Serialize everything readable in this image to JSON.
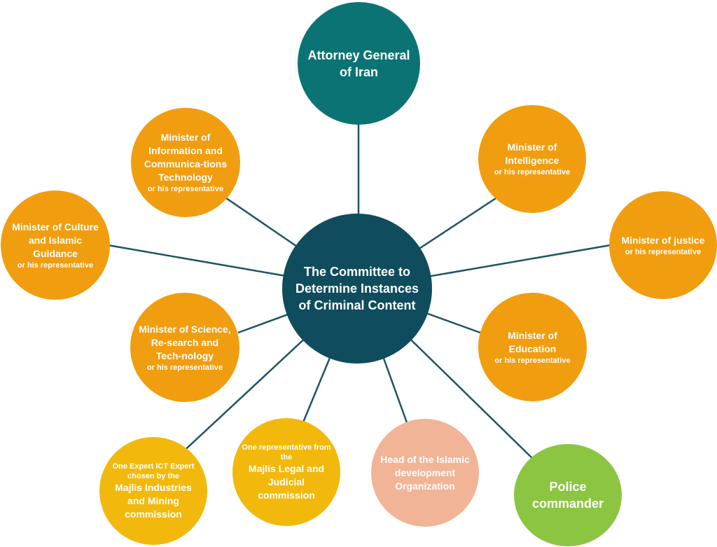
{
  "diagram": {
    "center": {
      "text": "The Committee to Determine Instances of Criminal Content",
      "color": "#0f4c5e"
    },
    "members": [
      {
        "id": "attorney",
        "main": "Attorney General of Iran",
        "note": "",
        "color": "#0b7373"
      },
      {
        "id": "ict",
        "main": "Minister of Information and Communica-tions Technology",
        "note": "or his representative",
        "color": "#f09d0f"
      },
      {
        "id": "intel",
        "main": "Minister of Intelligence",
        "note": "or his representative",
        "color": "#f09d0f"
      },
      {
        "id": "culture",
        "main": "Minister of Culture and Islamic Guidance",
        "note": "or his representative",
        "color": "#f09d0f"
      },
      {
        "id": "justice",
        "main": "Minister of justice",
        "note": "or his representative",
        "color": "#f09d0f"
      },
      {
        "id": "science",
        "main": "Minister of Science, Re-search and Tech-nology",
        "note": "or his representative",
        "color": "#f09d0f"
      },
      {
        "id": "education",
        "main": "Minister of Education",
        "note": "or his representative",
        "color": "#f09d0f"
      },
      {
        "id": "expert",
        "pre": "One Expert ICT Expert chosen by the",
        "main": "Majlis Industries and Mining commission",
        "color": "#f2b90c"
      },
      {
        "id": "majlis",
        "pre": "One representative from the",
        "main": "Majlis Legal and Judicial commission",
        "color": "#f2b90c"
      },
      {
        "id": "islamic",
        "main": "Head of the Islamic development Organization",
        "note": "",
        "color": "#f1b497"
      },
      {
        "id": "police",
        "main": "Police commander",
        "note": "",
        "color": "#8cc542"
      }
    ],
    "line_color": "#1d5566"
  }
}
